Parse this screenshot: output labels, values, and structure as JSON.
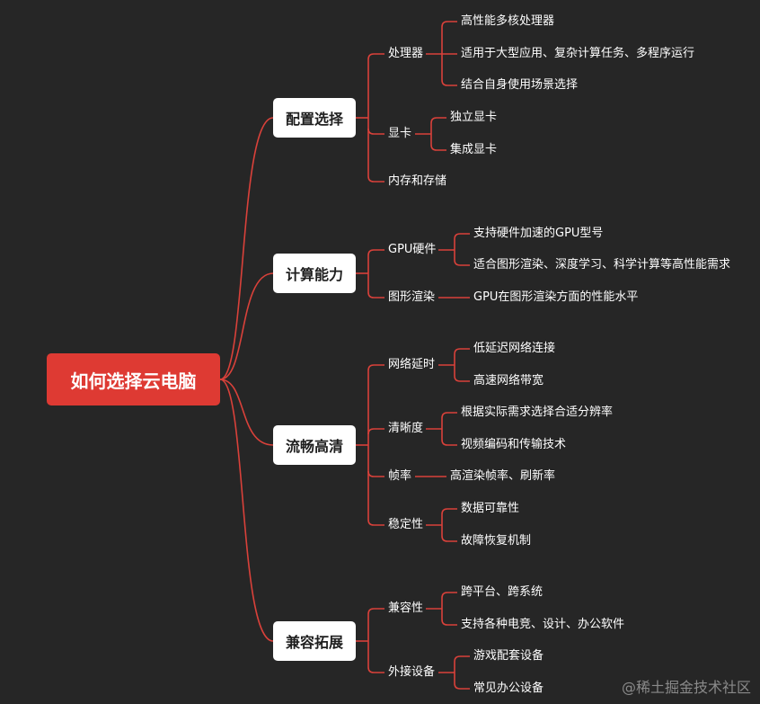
{
  "root": {
    "label": "如何选择云电脑"
  },
  "branches": [
    {
      "label": "配置选择",
      "children": [
        {
          "label": "处理器",
          "children": [
            "高性能多核处理器",
            "适用于大型应用、复杂计算任务、多程序运行",
            "结合自身使用场景选择"
          ]
        },
        {
          "label": "显卡",
          "children": [
            "独立显卡",
            "集成显卡"
          ]
        },
        {
          "label": "内存和存储",
          "children": []
        }
      ]
    },
    {
      "label": "计算能力",
      "children": [
        {
          "label": "GPU硬件",
          "children": [
            "支持硬件加速的GPU型号",
            "适合图形渲染、深度学习、科学计算等高性能需求"
          ]
        },
        {
          "label": "图形渲染",
          "children": [
            "GPU在图形渲染方面的性能水平"
          ]
        }
      ]
    },
    {
      "label": "流畅高清",
      "children": [
        {
          "label": "网络延时",
          "children": [
            "低延迟网络连接",
            "高速网络带宽"
          ]
        },
        {
          "label": "清晰度",
          "children": [
            "根据实际需求选择合适分辨率",
            "视频编码和传输技术"
          ]
        },
        {
          "label": "帧率",
          "children": [
            "高渲染帧率、刷新率"
          ]
        },
        {
          "label": "稳定性",
          "children": [
            "数据可靠性",
            "故障恢复机制"
          ]
        }
      ]
    },
    {
      "label": "兼容拓展",
      "children": [
        {
          "label": "兼容性",
          "children": [
            "跨平台、跨系统",
            "支持各种电竞、设计、办公软件"
          ]
        },
        {
          "label": "外接设备",
          "children": [
            "游戏配套设备",
            "常见办公设备"
          ]
        }
      ]
    }
  ],
  "watermark": "@稀土掘金技术社区",
  "colors": {
    "background": "#262626",
    "root": "#de3a33",
    "line": "#d9413a",
    "node": "#ffffff"
  }
}
